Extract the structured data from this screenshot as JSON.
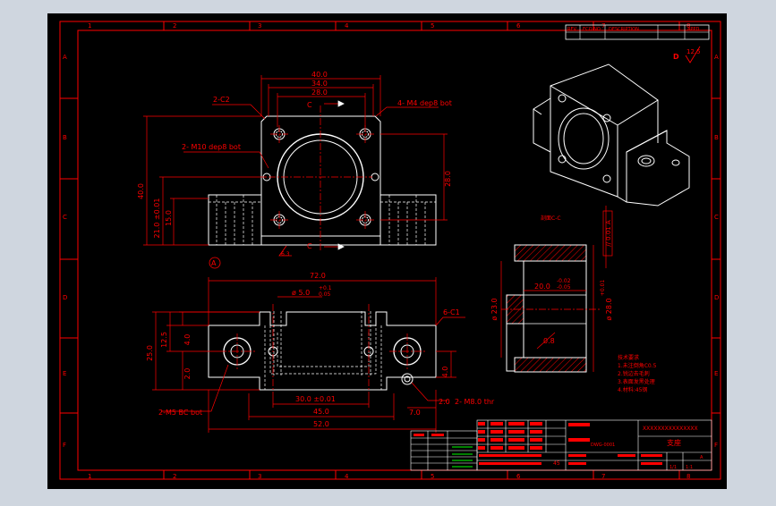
{
  "colors": {
    "frame_bg": "#cfd6df",
    "paper": "#000000",
    "border": "#ff0000",
    "geometry": "#ffffff",
    "hatch": "#ff0000",
    "center": "#ff0000"
  },
  "zone_cols": [
    "1",
    "2",
    "3",
    "4",
    "5",
    "6",
    "7",
    "8"
  ],
  "zone_rows": [
    "A",
    "B",
    "C",
    "D",
    "E",
    "F"
  ],
  "revision": {
    "headers": [
      "REV",
      "ECO NO",
      "DESCRIPTION",
      "APPD"
    ]
  },
  "surface_mark": {
    "letter": "D",
    "value": "12.5"
  },
  "top_view": {
    "d40": "40.0",
    "d34": "34.0",
    "d28": "28.0",
    "chamfer": "2-C2",
    "holes": "4- M4 dep8 bot",
    "cbore": "2- M10 dep8 bot",
    "h40": "40.0",
    "h21": "21.0 ±0.01",
    "h15": "15.0",
    "h28": "28.0",
    "sec": "C",
    "datum": "A",
    "detail": "6.3"
  },
  "front_view": {
    "w72": "72.0",
    "bore": "ø 5.0",
    "bore_tol_up": "+0.1",
    "bore_tol_lo": "0.05",
    "chamfer": "6-C1",
    "h25": "25.0",
    "h12_5": "12.5",
    "h4a": "4.0",
    "h2": "2.0",
    "w30": "30.0 ±0.01",
    "w45": "45.0",
    "w52": "52.0",
    "w7": "7.0",
    "r2": "2.0",
    "r4": "4.0",
    "thread": "2- M8.0 thr",
    "cbores": "2-M5 BC bot"
  },
  "section": {
    "label": "剖面C-C",
    "d20": "20.0",
    "tol_up": "-0.02",
    "tol_lo": "-0.05",
    "d23": "ø 23.0",
    "d28": "ø 28.0",
    "d28_tol": "+0.01",
    "d_small": "0.8",
    "fcf": "// 0.01 A"
  },
  "notes": [
    "技术要求",
    "1.未注倒角C0.5",
    "2.锐边去毛刺",
    "3.表面发黑处理",
    "4.材料:45钢"
  ],
  "title_block": {
    "company": "XXXXXXXXXXXXXXX",
    "part": "支座",
    "drawing_no": "DWG-0001",
    "scale": "1:1",
    "sheet": "1/1",
    "material": "45",
    "rev": "A"
  }
}
